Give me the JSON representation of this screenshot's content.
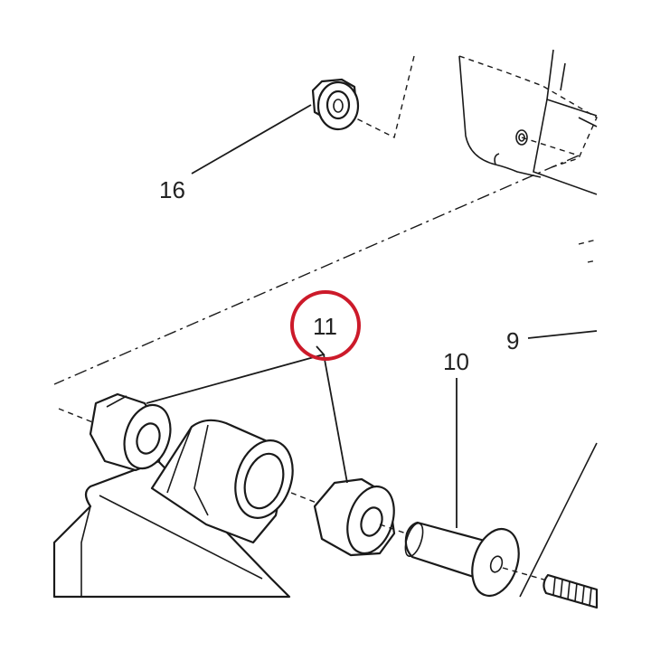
{
  "callouts": [
    {
      "id": "16",
      "text": "16"
    },
    {
      "id": "11",
      "text": "11"
    },
    {
      "id": "10",
      "text": "10"
    },
    {
      "id": "9",
      "text": "9"
    }
  ],
  "highlight": {
    "target": "11",
    "color": "#cc1a2a"
  },
  "line_color": "#1a1a1a"
}
